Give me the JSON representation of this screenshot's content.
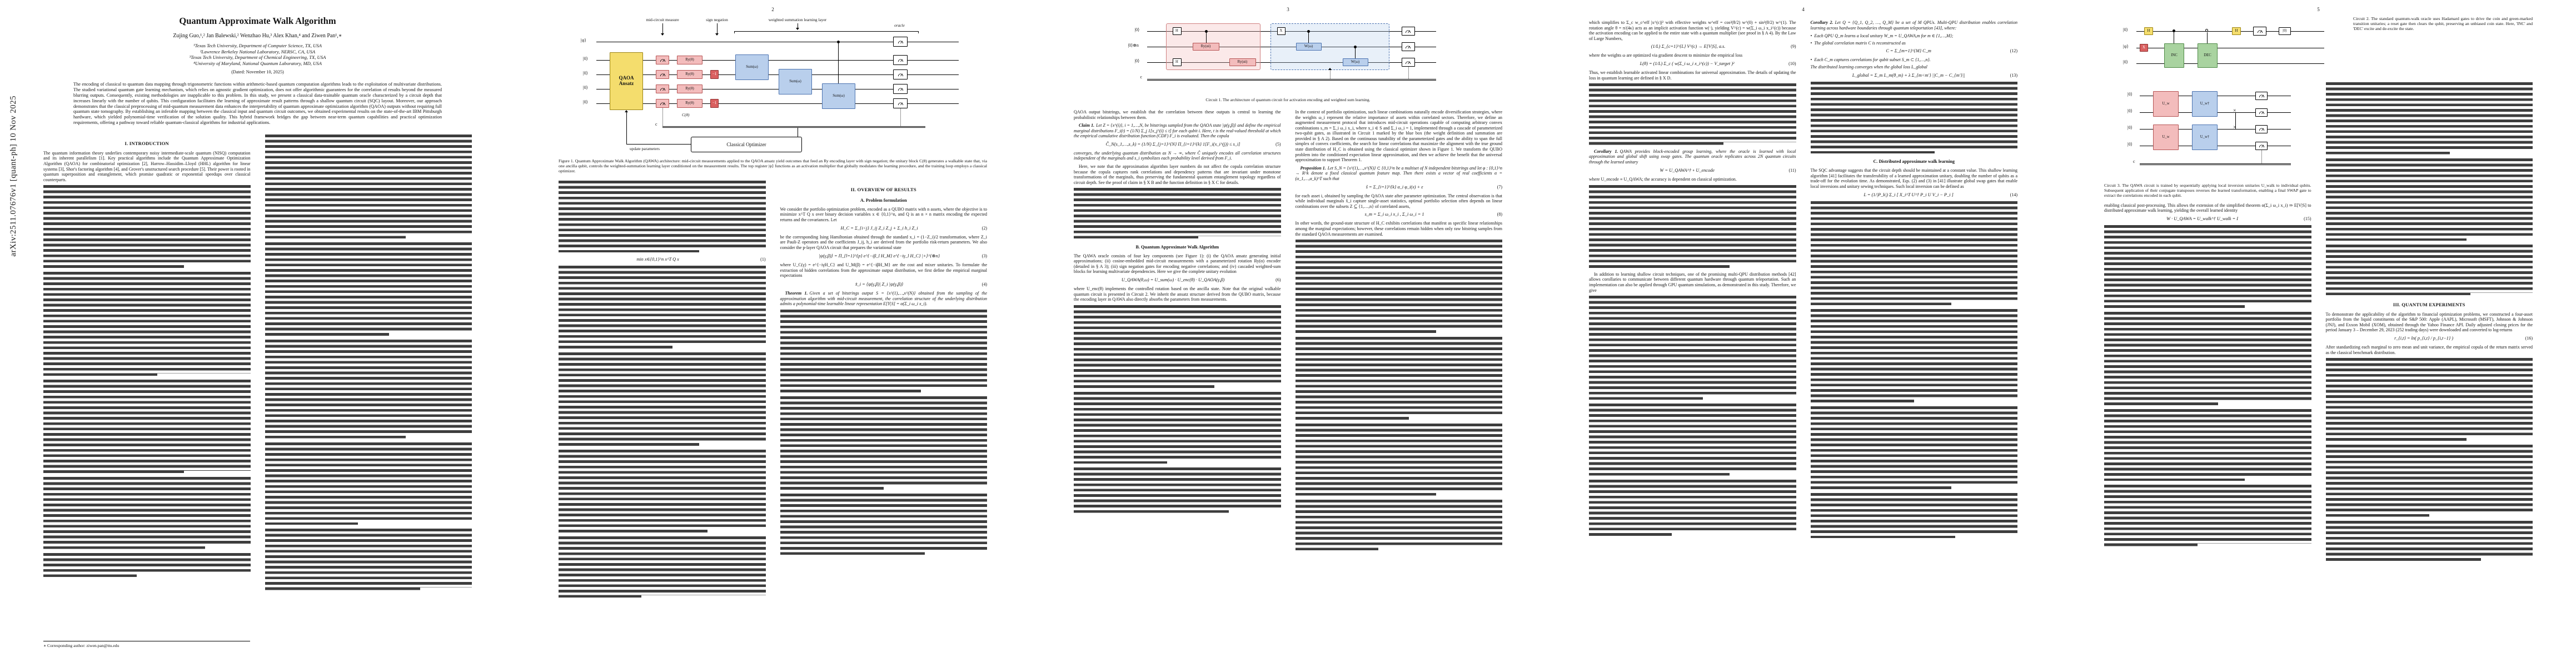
{
  "meta": {
    "arxiv_stamp": "arXiv:2511.07676v1  [quant-ph]  10 Nov 2025"
  },
  "page1": {
    "title": "Quantum Approximate Walk Algorithm",
    "authors": "Zujing Guo,¹,² Jan Balewski,² Wenzhao Hu,³ Alex Khan,⁴ and Ziwen Pan¹,∗",
    "affiliations": [
      "¹Texas Tech University, Department of Computer Science, TX, USA",
      "²Lawrence Berkeley National Laboratory, NERSC, CA, USA",
      "³Texas Tech University, Department of Chemical Engineering, TX, USA",
      "⁴University of Maryland, National Quantum Laboratory, MD, USA"
    ],
    "dated": "(Dated: November 10, 2025)",
    "abstract": "The encoding of classical to quantum data mapping through trigonometric functions within arithmetic-based quantum computation algorithms leads to the exploitation of multivariate distributions. The studied variational quantum gate learning mechanism, which relies on agnostic gradient optimization, does not offer algorithmic guarantees for the correlation of results beyond the measured blurring outputs. Consequently, existing methodologies are inapplicable to this problem. In this study, we present a classical data-trainable quantum oracle characterized by a circuit depth that increases linearly with the number of qubits. This configuration facilitates the learning of approximate result patterns through a shallow quantum circuit (SQC) layout. Moreover, our approach demonstrates that the classical preprocessing of mid-quantum measurement data enhances the interpretability of quantum approximate optimization algorithm (QAOA) outputs without requiring full quantum state tomography. By establishing an inferable mapping between the classical input and quantum circuit outcomes, we obtained experimental results on the state-of-the-art IBM Pittsburgh hardware, which yielded polynomial-time verification of the solution quality. This hybrid framework bridges the gap between near-term quantum capabilities and practical optimization requirements, offering a pathway toward reliable quantum-classical algorithms for industrial applications.",
    "intro_heading": "I.   INTRODUCTION",
    "intro_p1": "The quantum information theory underlies contemporary noisy intermediate-scale quantum (NISQ) computation and its inherent parallelism [1]. Key practical algorithms include the Quantum Approximate Optimization Algorithm (QAOA) for combinatorial optimization [2], Harrow–Hassidim–Lloyd (HHL) algorithm for linear systems [3], Shor's factoring algorithm [4], and Grover's unstructured search procedure [5]. Their power is rooted in quantum superposition and entanglement, which promise quadratic or exponential speedups over classical counterparts.",
    "footnote": "∗ Corresponding author: ziwen.pan@ttu.edu"
  },
  "page2": {
    "number": "2",
    "figure1": {
      "label_mid": "mid-circuit measure",
      "label_sign": "sign negation",
      "label_wsl": "weighted summation learning layer",
      "label_oracle": "oracle",
      "ket_psi": "|ψ⟩",
      "ket_zero": "|0⟩",
      "wire_c": "c",
      "qaoa_line1": "QAOA",
      "qaoa_line2": "Ansatz",
      "gate_ry": "Ry(θ)",
      "gate_neg": "−1",
      "gate_sum": "Sum(ω)",
      "label_ctheta": "C(θ)",
      "optimizer": "Classical Optimizer",
      "update": "update parameters",
      "caption": "Figure 1. Quantum Approximate Walk Algorithm (QAWA) architecture: mid-circuit measurements applied to the QAOA ansatz yield outcomes that feed an Ry encoding layer with sign negation; the unitary block C(θ) generates a walkable state that, via one ancilla qubit, controls the weighted-summation learning layer conditioned on the measurement results. The top register |ψ⟩ functions as an activation multiplier that globally modulates the learning procedure, and the training loop employs a classical optimizer."
    },
    "left": {
      "eq1_body": "min x∈{0,1}^n   x^T Q x",
      "eq1_no": "(1)"
    },
    "right": {
      "heading": "II.   OVERVIEW OF RESULTS",
      "sub_a": "A.   Problem formulation",
      "p1": "We consider the portfolio optimization problem, encoded as a QUBO matrix with n assets, where the objective is to minimize x^T Q x over binary decision variables x ∈ {0,1}^n, and Q is an n × n matrix encoding the expected returns and the covariances. Let",
      "eq2_body": "H_C = Σ_{i<j} J_ij Z_i Z_j + Σ_i h_i Z_i",
      "eq2_no": "(2)",
      "p2": "be the corresponding Ising Hamiltonian obtained through the standard x_i = (1−Z_i)/2 transformation, where Z_i are Pauli-Z operators and the coefficients J_ij, h_i are derived from the portfolio risk-return parameters. We also consider the p-layer QAOA circuit that prepares the variational state",
      "eq3_body": "|ψ(γ,β)⟩ = Π_{l=1}^{p} e^{−iβ_l H_M} e^{−iγ_l H_C} |+⟩^{⊗n}",
      "eq3_no": "(3)",
      "p3": "where U_C(γ) = e^{−iγH_C} and U_M(β) = e^{−iβH_M} are the cost and mixer unitaries. To formulate the extraction of hidden correlations from the approximate output distribution, we first define the empirical marginal expectations",
      "eq4_body": "x̂_i = ⟨ψ(γ,β)| Z_i |ψ(γ,β)⟩",
      "eq4_no": "(4)",
      "thm1_label": "Theorem 1.",
      "thm1_body": "Given a set of bitstrings output S = {x^(1),…,x^(N)} obtained from the sampling of the approximation algorithm with mid-circuit measurement, the correlation structure of the underlying distribution admits a polynomial-time learnable linear representation E[Y|S] = α(Σ_i ω_i x_i)."
    }
  },
  "page3": {
    "number": "3",
    "circuit1": {
      "ket_a": "|0⟩",
      "ket_n": "|0⟩⊗n",
      "ket_w": "|0⟩",
      "wire_c": "c",
      "gate_h": "H",
      "gate_ry": "Ry(αi)",
      "gate_x": "X",
      "gate_w": "W(ω)",
      "caption": "Circuit 1. The architecture of quantum circuit for activation encoding and weighted sum learning."
    },
    "left": {
      "p1": "QAOA output bitstrings, we establish that the correlation between these outputs is central to learning the probabilistic relationships between them.",
      "claim_label": "Claim 1.",
      "claim_body": "Let Z = {x^(i)}, i = 1,…,N, be bitstrings sampled from the QAOA state |ψ(γ,β)⟩ and define the empirical marginal distributions F_i(t) = (1/N) Σ_j 1[x_j^(i) ≤ t] for each qubit i. Here, t is the real-valued threshold at which the empirical cumulative distribution function (CDF) F_i is evaluated. Then the copula",
      "eq5_body": "Ĉ_N(s_1,…,s_k) = (1/N) Σ_{j=1}^{N} Π_{i=1}^{k} 1[F_i(x_i^(j)) ≤ s_i]",
      "eq5_no": "(5)",
      "p2": "converges, the underlying quantum distribution as N → ∞, where Ĉ uniquely encodes all correlation structures independent of the marginals and s_i symbolizes each probability level derived from F_i.",
      "p3": "Here, we note that the approximation algorithm layer numbers do not affect the copula correlation structure because the copula captures rank correlations and dependency patterns that are invariant under monotone transformations of the marginals, thus preserving the fundamental quantum entanglement topology regardless of circuit depth. See the proof of claim in § X B and the function definition in § X C for details.",
      "sub_b": "B.   Quantum Approximate Walk Algorithm",
      "p4": "The QAWA oracle consists of four key components (see Figure 1): (i) the QAOA ansatz generating initial approximations; (ii) cosine-embedded mid-circuit measurements with a parameterized rotation Ry(α) encoder (detailed in § A 3); (iii) sign negation gates for encoding negative correlations; and (iv) cascaded weighted-sum blocks for learning multivariate dependencies. Here we give the complete unitary evolution",
      "eq6_body": "U_QAWA(θ,ω) = U_sum(ω) · U_enc(θ) · U_QAOA(γ,β)",
      "eq6_no": "(6)",
      "p5": "where U_enc(θ) implements the controlled rotation based on the ancilla state. Note that the original walkable quantum circuit is presented in Circuit 2. We inherit the ansatz structure derived from the QUBO matrix, because the encoding layer in QAWA also directly absorbs the parameters from measurements."
    },
    "right": {
      "p1": "In the context of portfolio optimization, such linear combinations naturally encode diversification strategies, where the weights ω_i represent the relative importance of assets within correlated sectors. Therefore, we define an augmented measurement protocol that introduces mid-circuit operations capable of computing arbitrary convex combinations s_m = Σ_i ω_i x_i, where x_i ∈ S and Σ_i ω_i = 1, implemented through a cascade of parameterized two-qubit gates, as illustrated in Circuit 1 marked by the blue box (the weight definition and summation are provided in § A 2). Based on the continuous tunability of the parameterized gates and the ability to span the full simplex of convex coefficients, the search for linear correlations that maximize the alignment with the true ground state distribution of H_C is obtained using the classical optimizer shown in Figure 1. We transform the QUBO problem into the conditioned expectation linear approximation, and then we achieve the benefit that the universal approximation to support Theorem 1.",
      "prop_label": "Proposition 1.",
      "prop_body": "Let S_N = {x^(1),…,x^(N)} ⊂ {0,1}^n be a multiset of N independent bitstrings and let φ : {0,1}^n → R^k denote a fixed classical quantum feature map. Then there exists a vector of real coefficients α = (α_1,…,α_k)^T such that",
      "eq7_body": "ŝ = Σ_{i=1}^{k} α_i φ_i(x) + ε",
      "eq7_no": "(7)",
      "p2": "for each asset i, obtained by sampling the QAOA state after parameter optimization. The central observation is that while individual marginals x̂_i capture single-asset statistics, optimal portfolio selection often depends on linear combinations over the subsets Z ⊆ {1,…,n} of correlated assets,",
      "eq8_body": "s_m = Σ_i ω_i x_i ,   Σ_i ω_i = 1",
      "eq8_no": "(8)",
      "p3": "In other words, the ground-state structure of H_C exhibits correlations that manifest as specific linear relationships among the marginal expectations; however, these correlations remain hidden when only raw bitstring samples from the standard QAOA measurements are examined."
    }
  },
  "page4": {
    "number": "4",
    "left": {
      "p1": "which simplifies to Σ_c w_c^eff |x^(c)|² with effective weights w^eff = cos²(θ/2) w^(0) + sin²(θ/2) w^(1). The rotation angle θ = π/(4κ) acts as an implicit activation function w(·), yielding V^(c) = w(Σ_i ω_i x_i^(c)) because the activation encoding can be applied to the entire state with a quantum multiplier (see proof in § A 4). By the Law of Large Numbers,",
      "eq9_body": "(1/L) Σ_{c=1}^{L} V^(c)  →  E[V|S],   a.s.",
      "eq9_no": "(9)",
      "p2": "where the weights ω are optimized via gradient descent to minimize the empirical loss",
      "eq10_body": "L(θ) = (1/L) Σ_c ( w(Σ_i ω_i x_i^(c)) − V_target )²",
      "eq10_no": "(10)",
      "p3": "Thus, we establish learnable activated linear combinations for universal approximation. The details of updating the loss in quantum learning are defined in § X D.",
      "cor1_label": "Corollary 1.",
      "cor1_body": "QAWA provides block-encoded group learning, where the oracle is learned with local approximation and global shift using swap gates. The quantum oracle replicates across 2N quantum circuits through the learned unitary",
      "eq11_body": "W = U_QAWA^† ∘ U_encode",
      "eq11_no": "(11)",
      "p4": "where U_encode ≡ U_QAWA; the accuracy is dependent on classical optimization.",
      "p5": "In addition to learning shallow circuit techniques, one of the promising multi-QPU distribution methods [42] allows corollaries to communicate between different quantum hardware through quantum teleportation. Such an implementation can also be applied through GPU quantum simulations, as demonstrated in this study. Therefore, we give"
    },
    "right": {
      "cor2_label": "Corollary 2.",
      "cor2_body": "Let Q = {Q_1, Q_2, …, Q_M} be a set of M QPUs. Multi-QPU distribution enables correlation learning across hardware boundaries through quantum teleportation [43], where:",
      "bullet1": "Each QPU Q_m learns a local unitary W_m = U_QAWA,m for m ∈ {1,…,M};",
      "bullet2": "The global correlation matrix C is reconstructed as",
      "eq12_body": "C = Σ_{m=1}^{M} C_m",
      "eq12_no": "(12)",
      "bullet3": "Each C_m captures correlations for qubit subset S_m ⊂ {1,…,n}.",
      "p1": "The distributed learning converges when the global loss L_global",
      "eq13_body": "L_global = Σ_m L_m(θ_m) + λ Σ_{m<m′} ||C_m − C_{m′}||",
      "eq13_no": "(13)",
      "sub_c": "C.   Distributed approximate walk learning",
      "p2": "The SQC advantage suggests that the circuit depth should be maintained at a constant value. This shallow learning algorithm [41] facilitates the transferability of a learned approximation unitary, doubling the number of qubits as a trade-off for the evolution time. As demonstrated, Eqs. (2) and (3) in [41] illustrate global swap gates that enable local inversions and unitary sewing techniques. Such local inversion can be defined as",
      "eq14_body": "L = (1/|P_k|) Σ_i [ X_i^T U^† P_i U V_i − P_i ]",
      "eq14_no": "(14)"
    }
  },
  "page5": {
    "number": "5",
    "circuit2": {
      "ket_c": "|0⟩",
      "ket_psi": "|ψ⟩",
      "ket_t": "|0⟩",
      "gate_h": "H",
      "gate_x": "X",
      "gate_inc": "INC",
      "gate_dec": "DEC",
      "reset": "|0⟩",
      "caption": "Circuit 2. The standard quantum-walk oracle uses Hadamard gates to drive the coin and green-marked transition unitaries; a reset gate then clears the qubit, preserving an unbiased coin state. Here, 'INC' and 'DEC' excite and de-excite the state."
    },
    "circuit3": {
      "ket": "|0⟩",
      "wire_c": "c",
      "gate_u": "U_w",
      "gate_ud": "U_w†",
      "caption": "Circuit 3. The QAWA circuit is trained by sequentially applying local inversion unitaries U_walk to individual qubits. Subsequent application of their conjugate transposes reverses the learned transformation, enabling a final SWAP gate to extract the correlations encoded in each qubit."
    },
    "left": {
      "p1": "enabling classical post-processing. This allows the extension of the simplified theorem α(Σ_i ω_i x_i) ⇒ E[V|S] to distributed approximate walk learning, yielding the overall learned identity",
      "eq15_body": "W · U_QAWA = U_walk^† U_walk = I",
      "eq15_no": "(15)"
    },
    "right": {
      "exp_heading": "III.   QUANTUM EXPERIMENTS",
      "p2": "To demonstrate the applicability of the algorithm to financial optimization problems, we constructed a four-asset portfolio from the liquid constituents of the S&P 500: Apple (AAPL), Microsoft (MSFT), Johnson & Johnson (JNJ), and Exxon Mobil (XOM), obtained through the Yahoo Finance API. Daily adjusted closing prices for the period January 3 – December 29, 2023 (252 trading days) were downloaded and converted to log-returns",
      "eq16_body": "r_{i,t} = ln( p_{i,t} / p_{i,t−1} )",
      "eq16_no": "(16)",
      "p3": "After standardizing each marginal to zero mean and unit variance, the empirical copula of the return matrix served as the classical benchmark distribution."
    }
  }
}
